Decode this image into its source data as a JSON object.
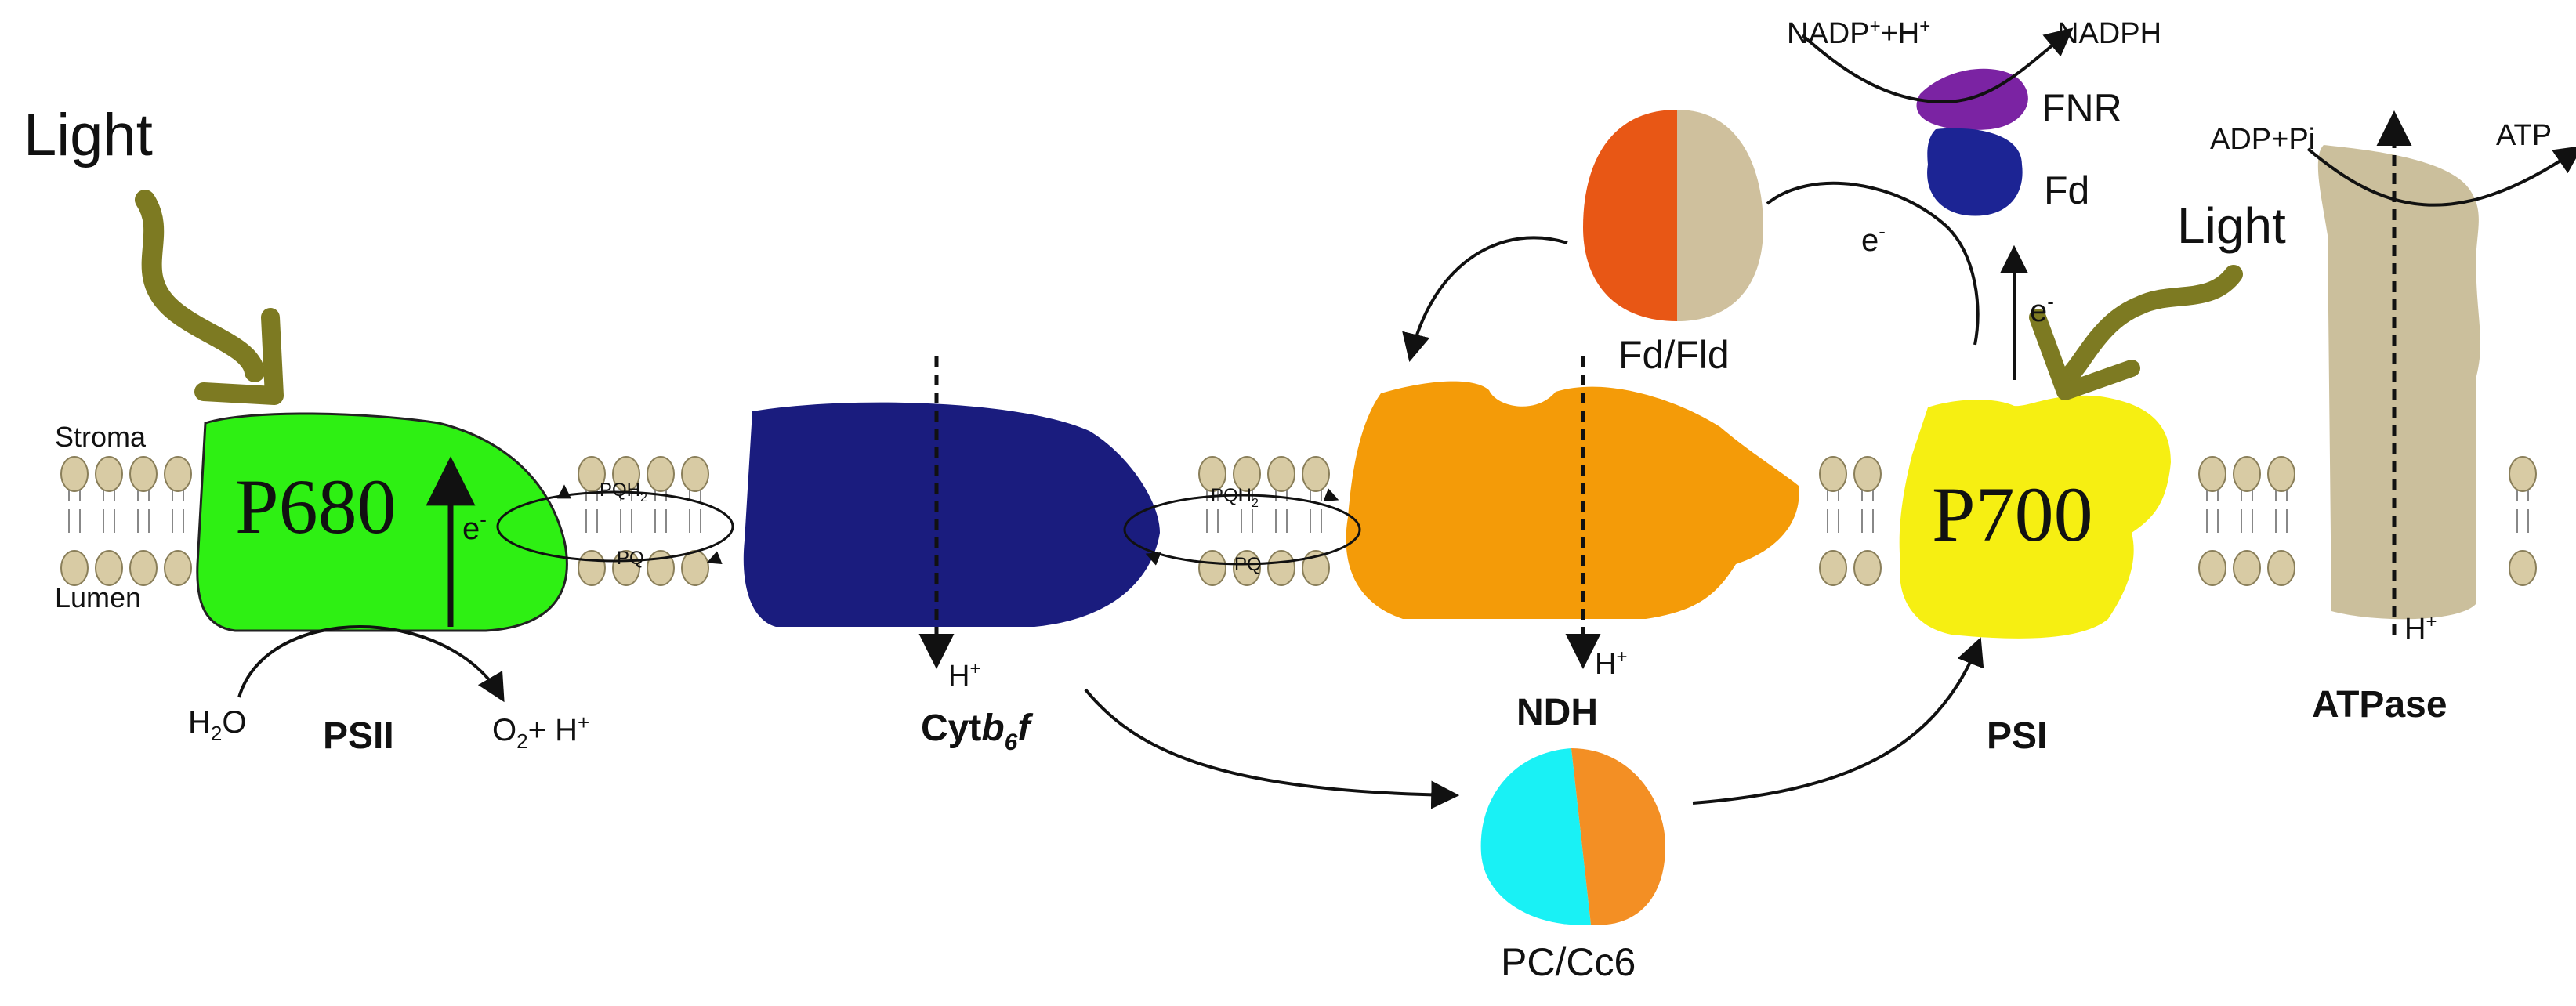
{
  "colors": {
    "psii": "#2ef013",
    "cytb6f": "#1a1c7e",
    "ndh": "#f49b08",
    "psi": "#f6ef12",
    "atpase": "#cbbf9c",
    "lipid_head": "#d8cba4",
    "light_arrow": "#7d7a22",
    "fnr": "#7b23a3",
    "fd_protein": "#1c2494",
    "fd_fld_left": "#e85715",
    "fd_fld_right": "#cfc09d",
    "pc_left": "#19f1f5",
    "pc_right": "#f38f24"
  },
  "icons": [
    "light-arrow-icon",
    "lipid-bilayer",
    "electron-flow-arrow"
  ],
  "labels": {
    "light_left": "Light",
    "light_right": "Light",
    "stroma": "Stroma",
    "lumen": "Lumen",
    "p680": "P680",
    "p700": "P700",
    "psii": "PSII",
    "cytb6f_prefix": "Cyt",
    "cytb6f_b": "b",
    "cytb6f_6": "6",
    "cytb6f_f": "f",
    "ndh": "NDH",
    "psi": "PSI",
    "atpase": "ATPase",
    "fd_fld": "Fd/Fld",
    "pc_cc6": "PC/Cc6",
    "fnr": "FNR",
    "fd": "Fd",
    "nadp": "NADP",
    "nadp_plus_h": "+H",
    "plus": "+",
    "nadph": "NADPH",
    "adp_pi": "ADP+Pi",
    "atp": "ATP",
    "h2o_h": "H",
    "h2o_2": "2",
    "h2o_o": "O",
    "o2_o": "O",
    "o2_2": "2",
    "o2_plus_h": "+ H",
    "h": "H",
    "e": "e",
    "minus": "-",
    "pqh": "PQH",
    "pq": "PQ",
    "sub2": "2"
  }
}
